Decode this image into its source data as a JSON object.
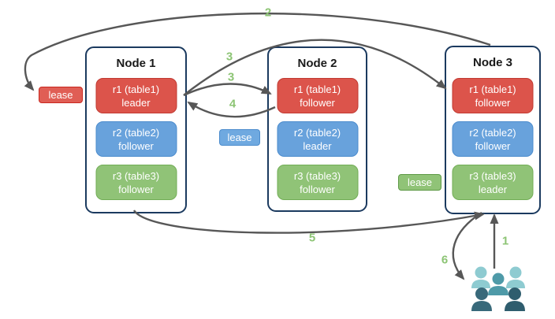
{
  "nodes": [
    {
      "title": "Node 1",
      "replicas": [
        {
          "name": "r1 (table1)",
          "role": "leader"
        },
        {
          "name": "r2 (table2)",
          "role": "follower"
        },
        {
          "name": "r3 (table3)",
          "role": "follower"
        }
      ]
    },
    {
      "title": "Node 2",
      "replicas": [
        {
          "name": "r1 (table1)",
          "role": "follower"
        },
        {
          "name": "r2 (table2)",
          "role": "leader"
        },
        {
          "name": "r3 (table3)",
          "role": "follower"
        }
      ]
    },
    {
      "title": "Node 3",
      "replicas": [
        {
          "name": "r1 (table1)",
          "role": "follower"
        },
        {
          "name": "r2 (table2)",
          "role": "follower"
        },
        {
          "name": "r3 (table3)",
          "role": "leader"
        }
      ]
    }
  ],
  "leases": [
    {
      "label": "lease",
      "color": "#e05e55"
    },
    {
      "label": "lease",
      "color": "#6fa9e0"
    },
    {
      "label": "lease",
      "color": "#90c377"
    }
  ],
  "steps": {
    "s1": "1",
    "s2": "2",
    "s3_node2": "3",
    "s3_node3": "3",
    "s4": "4",
    "s5": "5",
    "s6": "6"
  },
  "icons": {
    "users_group": "users-group-icon"
  },
  "colors": {
    "replica_red": "#dc544b",
    "replica_blue": "#68a2dc",
    "replica_green": "#90c377",
    "node_border": "#1b3a5f",
    "arrow": "#575757",
    "step_label": "#8cc474",
    "users_light": "#8ecbd1",
    "users_mid": "#4e9aa8",
    "users_dark": "#35626f"
  }
}
